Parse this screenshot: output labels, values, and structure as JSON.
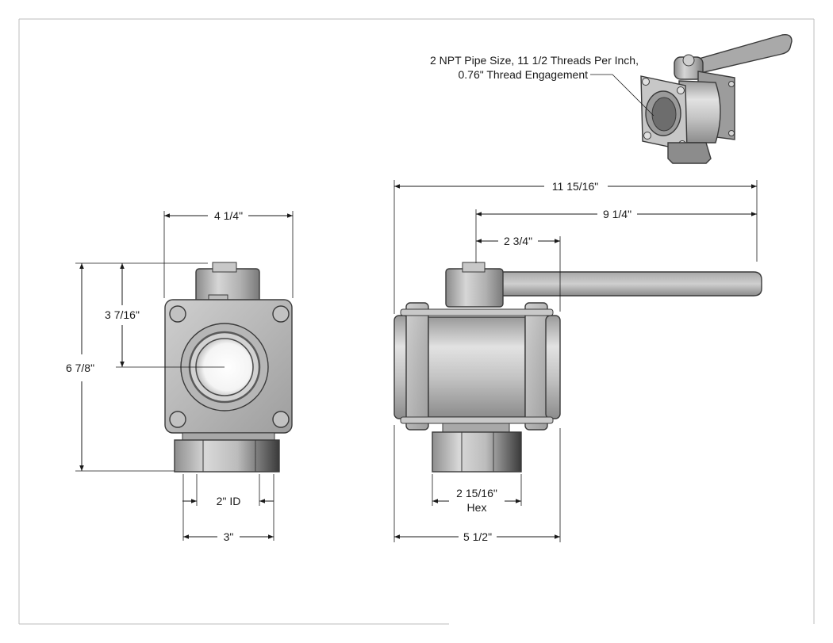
{
  "callout": {
    "line1": "2 NPT Pipe Size, 11 1/2 Threads Per Inch,",
    "line2": "0.76\" Thread Engagement"
  },
  "front_view": {
    "top_width": "4 1/4\"",
    "center_height": "3 7/16\"",
    "overall_height": "6 7/8\"",
    "bore_id": "2\" ID",
    "bottom_width": "3\""
  },
  "side_view": {
    "overall_length": "11 15/16\"",
    "handle_length": "9 1/4\"",
    "stem_offset": "2 3/4\"",
    "hex_size": "2 15/16\"",
    "hex_label": "Hex",
    "body_length": "5 1/2\""
  }
}
